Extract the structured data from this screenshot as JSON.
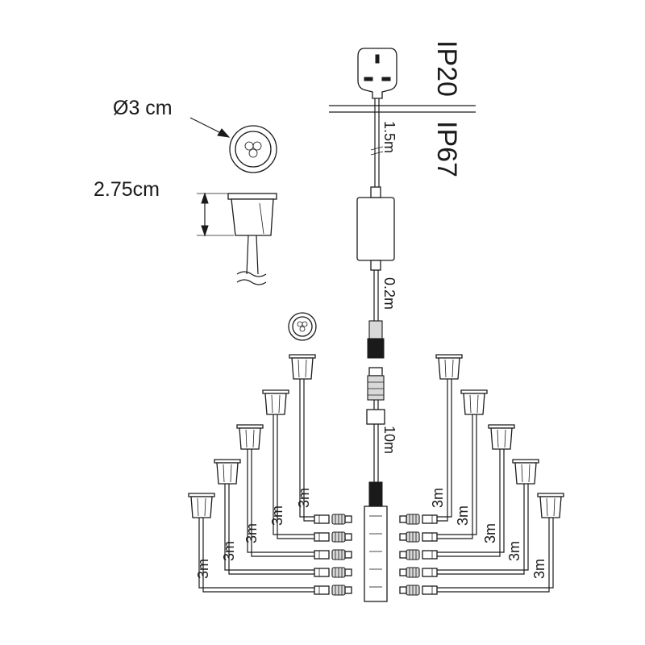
{
  "labels": {
    "diameter": "Ø3 cm",
    "depth": "2.75cm",
    "ip_indoor": "IP20",
    "ip_outdoor": "IP67",
    "plug_cable_length": "1.5m",
    "driver_cable_length": "0.2m",
    "extension_length": "10m",
    "light_cable_length": "3m"
  },
  "lights_per_side": 5
}
